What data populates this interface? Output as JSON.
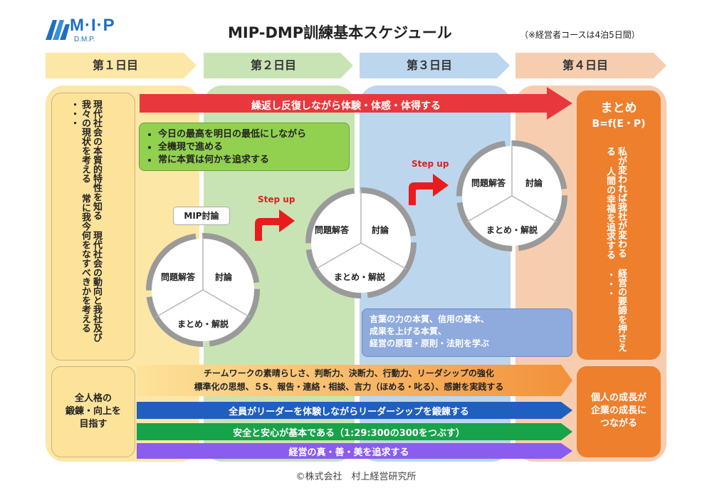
{
  "logo": {
    "mark": "M·I·P",
    "sub": "D.M.P."
  },
  "title": "MIP-DMP訓練基本スケジュール",
  "note": "（※経営者コースは4泊5日間）",
  "days": [
    "第１日目",
    "第２日目",
    "第３日目",
    "第４日目"
  ],
  "left_top": {
    "dots": "・・・",
    "lines": [
      "現代社会の本質的特性を知る",
      "現代社会の動向と我社及び我々の現状を考える",
      "常に我今何をなすべきかを考える"
    ]
  },
  "top_banner": "繰返し反復しながら体験・体感・体得する",
  "bullets": [
    "今日の最高を明日の最低にしながら",
    "全機現で進める",
    "常に本質は何かを追求する"
  ],
  "mip_discussion": "MIP討論",
  "cycle": {
    "problem": "問題解答",
    "discussion": "討論",
    "summary": "まとめ・解説"
  },
  "stepup": "Step up",
  "day3_box": [
    "言葉の力の本質、信用の基本、",
    "成果を上げる本質、",
    "経営の原理・原則・法則を学ぶ"
  ],
  "right_top": {
    "title": "まとめ",
    "formula": "B=f(E・P)",
    "dots": "・・・",
    "lines": [
      "私が変われば我社が変わる",
      "経営の要諦を押さえる",
      "人間の幸福を追求する"
    ]
  },
  "left_bottom": [
    "全人格の",
    "鍛錬・向上を",
    "目指す"
  ],
  "bottom_banners": [
    {
      "lines": [
        "チームワークの素晴らしさ、判断力、決断力、行動力、リーダシップの強化",
        "標準化の思想、５S、報告・連絡・相談、言力（ほめる・叱る）、感謝を実践する"
      ]
    },
    {
      "lines": [
        "全員がリーダーを体験しながらリーダーシップを鍛錬する"
      ]
    },
    {
      "lines": [
        "安全と安心が基本である（1:29:300の300をつぶす）"
      ]
    },
    {
      "lines": [
        "経営の真・善・美を追求する"
      ]
    }
  ],
  "right_bottom": [
    "個人の成長が",
    "企業の成長に",
    "つながる"
  ],
  "footer": "©株式会社　村上経営研究所",
  "colors": {
    "day1": "#fde7a6",
    "day2": "#c9e4b4",
    "day3": "#bcd6ee",
    "day4": "#f7cdb0",
    "orange": "#ee7f2d",
    "red": "#e8383d",
    "blue": "#1f5fbf",
    "green": "#16a34a",
    "purple": "#8a5cf0",
    "bullets_box": "#92d050",
    "day3_box": "#8faadc"
  }
}
